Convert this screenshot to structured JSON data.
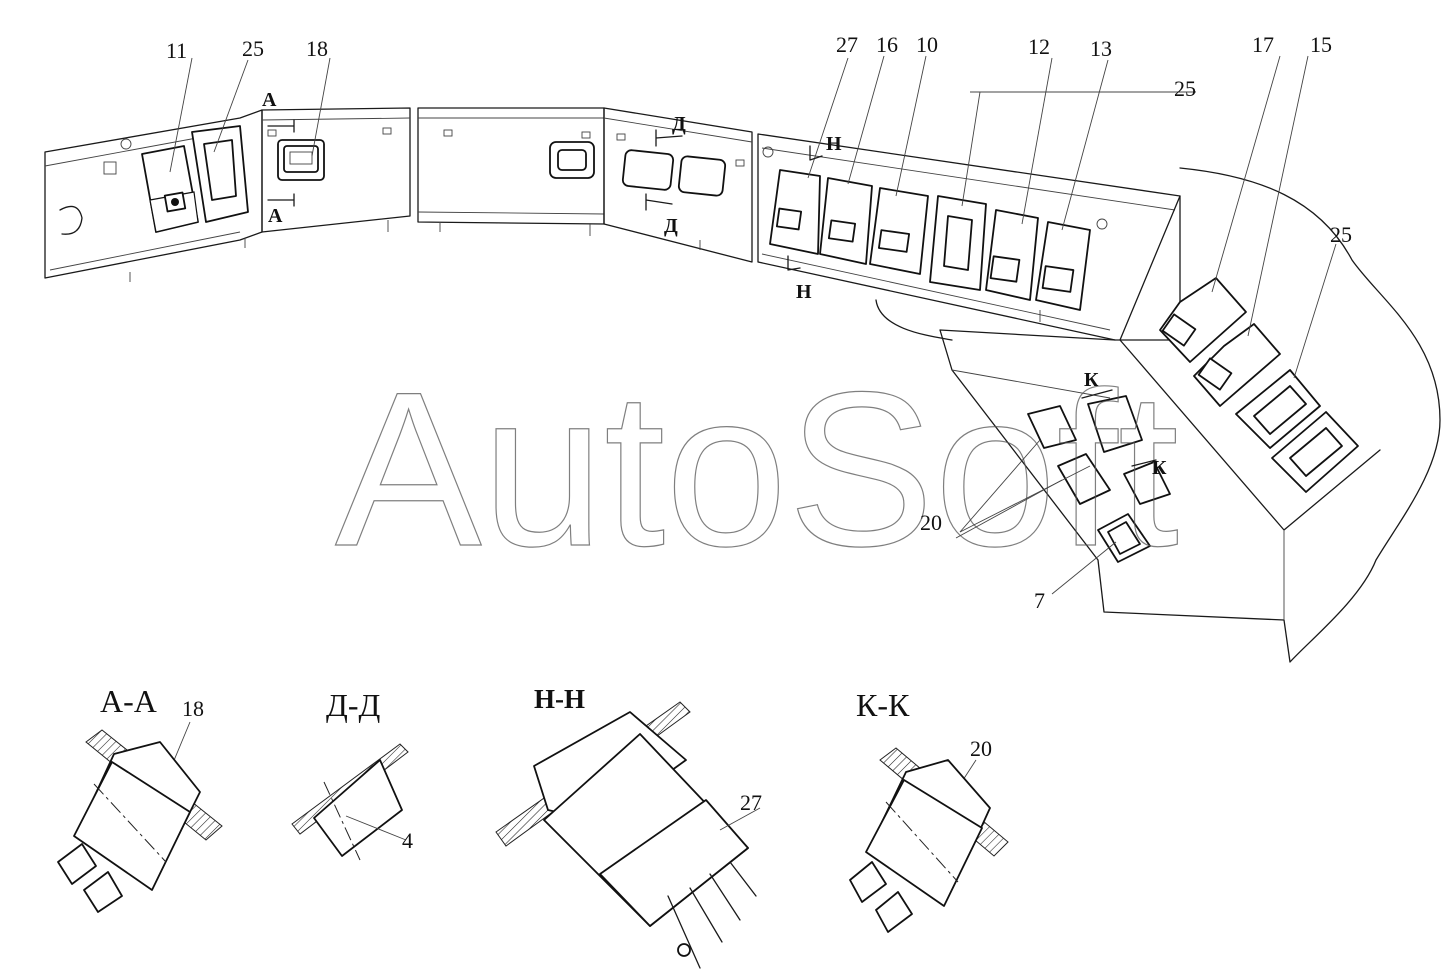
{
  "watermark": "AutoSoft",
  "callouts": {
    "c11": "11",
    "c25a": "25",
    "c18": "18",
    "c27": "27",
    "c16": "16",
    "c10": "10",
    "c12": "12",
    "c13": "13",
    "c25b": "25",
    "c17": "17",
    "c15": "15",
    "c25c": "25",
    "c20": "20",
    "c7": "7"
  },
  "section_marks": {
    "a_top": "А",
    "a_bottom": "А",
    "d_top": "Д",
    "d_bottom": "Д",
    "h_top": "Н",
    "h_bottom": "Н",
    "k_top": "К",
    "k_bottom": "К"
  },
  "section_views": {
    "aa": {
      "title": "А-А",
      "part": "18"
    },
    "dd": {
      "title": "Д-Д",
      "part": "4"
    },
    "hh": {
      "title": "Н-Н",
      "part": "27"
    },
    "kk": {
      "title": "К-К",
      "part": "20"
    }
  }
}
